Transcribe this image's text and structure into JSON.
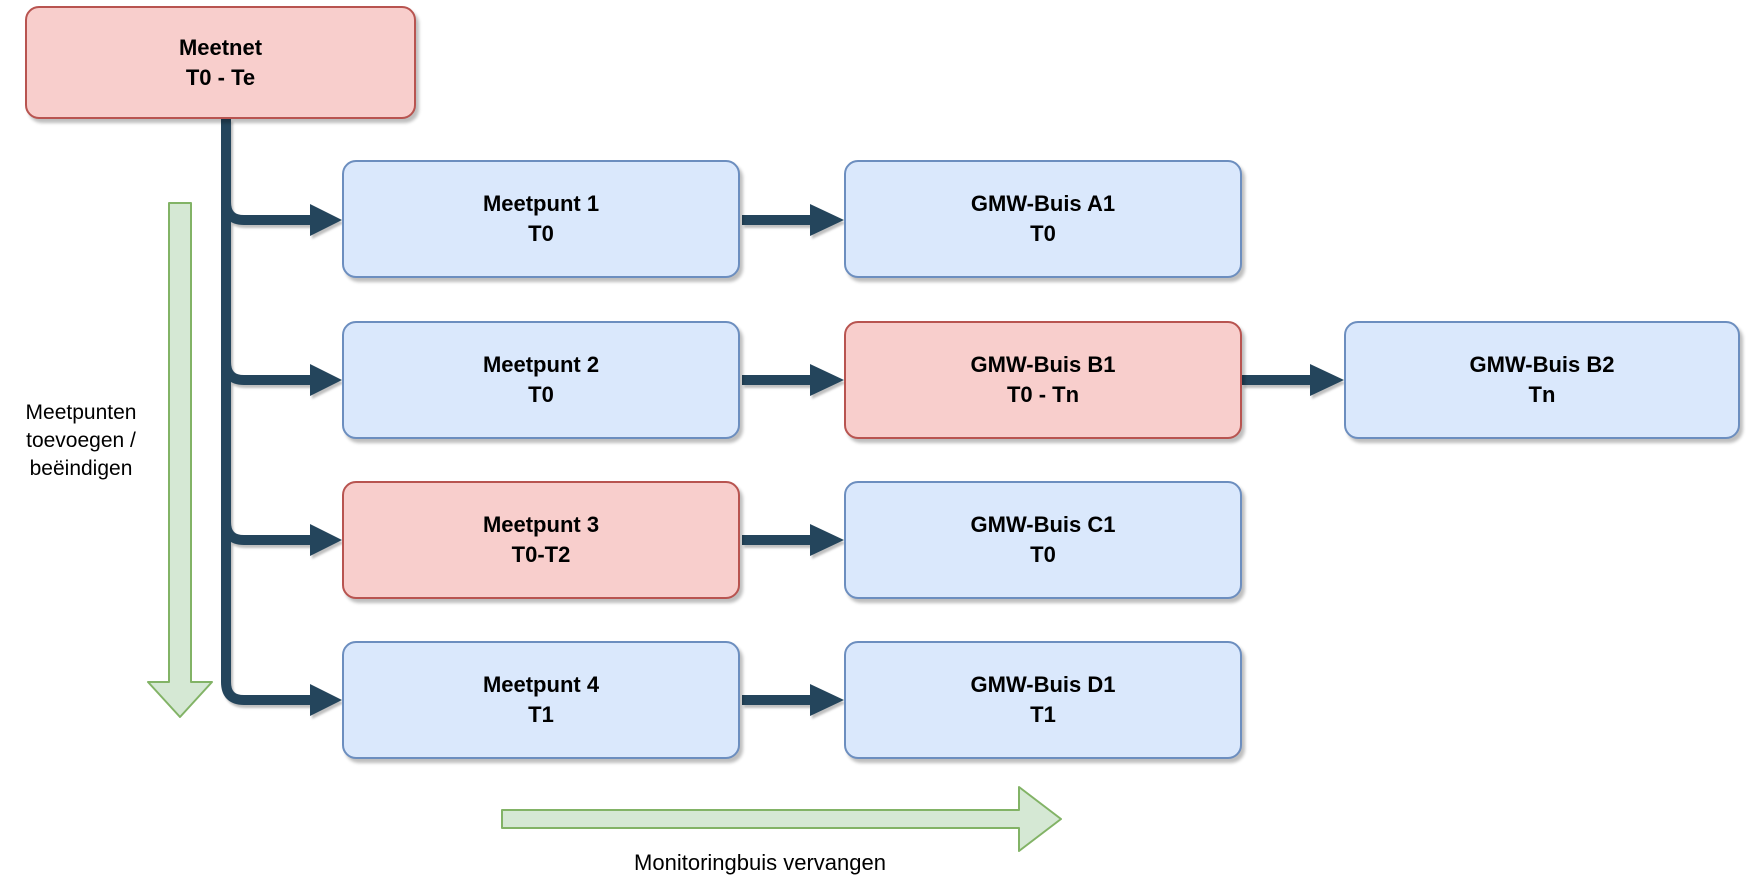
{
  "nodes": {
    "meetnet": {
      "title": "Meetnet",
      "period": "T0 - Te",
      "variant": "red"
    },
    "meetpunt1": {
      "title": "Meetpunt 1",
      "period": "T0",
      "variant": "blue"
    },
    "meetpunt2": {
      "title": "Meetpunt 2",
      "period": "T0",
      "variant": "blue"
    },
    "meetpunt3": {
      "title": "Meetpunt 3",
      "period": "T0-T2",
      "variant": "red"
    },
    "meetpunt4": {
      "title": "Meetpunt 4",
      "period": "T1",
      "variant": "blue"
    },
    "gmw_a1": {
      "title": "GMW-Buis A1",
      "period": "T0",
      "variant": "blue"
    },
    "gmw_b1": {
      "title": "GMW-Buis B1",
      "period": "T0 - Tn",
      "variant": "red"
    },
    "gmw_b2": {
      "title": "GMW-Buis B2",
      "period": "Tn",
      "variant": "blue"
    },
    "gmw_c1": {
      "title": "GMW-Buis C1",
      "period": "T0",
      "variant": "blue"
    },
    "gmw_d1": {
      "title": "GMW-Buis D1",
      "period": "T1",
      "variant": "blue"
    }
  },
  "labels": {
    "left_arrow": "Meetpunten toevoegen / beëindigen",
    "bottom_arrow": "Monitoringbuis vervangen"
  },
  "colors": {
    "node_blue_fill": "#dae8fc",
    "node_blue_border": "#6c8ebf",
    "node_red_fill": "#f8cecc",
    "node_red_border": "#b85450",
    "connector_dark": "#24455c",
    "arrow_green_fill": "#d5e8d4",
    "arrow_green_border": "#82b366"
  }
}
